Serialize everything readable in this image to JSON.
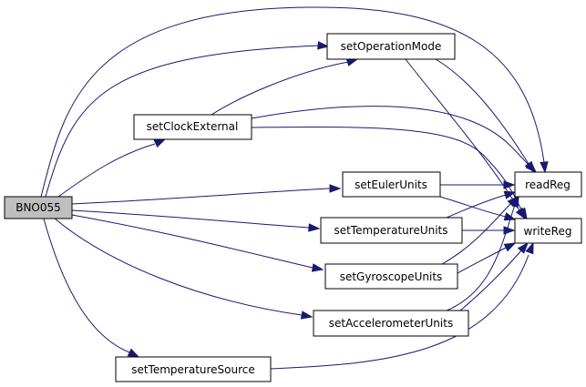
{
  "graph": {
    "nodes": {
      "bno055": "BNO055",
      "set_operation_mode": "setOperationMode",
      "set_clock_external": "setClockExternal",
      "set_euler_units": "setEulerUnits",
      "set_temperature_units": "setTemperatureUnits",
      "set_gyroscope_units": "setGyroscopeUnits",
      "set_accelerometer_units": "setAccelerometerUnits",
      "set_temperature_source": "setTemperatureSource",
      "read_reg": "readReg",
      "write_reg": "writeReg"
    },
    "edges": [
      [
        "bno055",
        "set_operation_mode"
      ],
      [
        "bno055",
        "set_clock_external"
      ],
      [
        "bno055",
        "read_reg"
      ],
      [
        "bno055",
        "set_euler_units"
      ],
      [
        "bno055",
        "set_temperature_units"
      ],
      [
        "bno055",
        "set_gyroscope_units"
      ],
      [
        "bno055",
        "set_accelerometer_units"
      ],
      [
        "bno055",
        "set_temperature_source"
      ],
      [
        "set_clock_external",
        "set_operation_mode"
      ],
      [
        "set_clock_external",
        "read_reg"
      ],
      [
        "set_clock_external",
        "write_reg"
      ],
      [
        "set_operation_mode",
        "read_reg"
      ],
      [
        "set_operation_mode",
        "write_reg"
      ],
      [
        "set_euler_units",
        "read_reg"
      ],
      [
        "set_euler_units",
        "write_reg"
      ],
      [
        "set_temperature_units",
        "read_reg"
      ],
      [
        "set_temperature_units",
        "write_reg"
      ],
      [
        "set_gyroscope_units",
        "read_reg"
      ],
      [
        "set_gyroscope_units",
        "write_reg"
      ],
      [
        "set_accelerometer_units",
        "read_reg"
      ],
      [
        "set_accelerometer_units",
        "write_reg"
      ],
      [
        "set_temperature_source",
        "write_reg"
      ]
    ],
    "colors": {
      "edge": "#191970",
      "root_fill": "#bfbfbf",
      "node_fill": "#ffffff",
      "node_border": "#000000"
    }
  }
}
